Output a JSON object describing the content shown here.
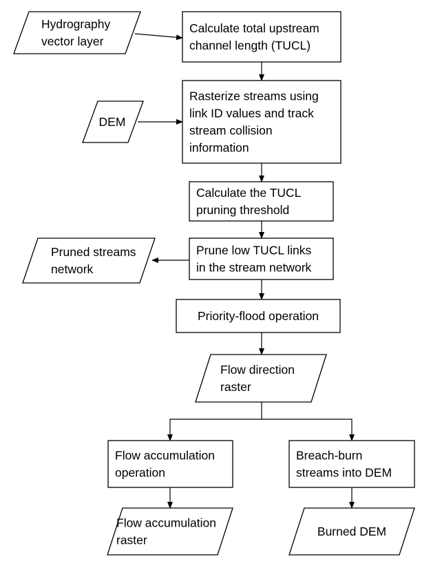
{
  "nodes": {
    "hydrography": {
      "kind": "data",
      "lines": [
        "Hydrography",
        "vector layer"
      ]
    },
    "tucl_calc": {
      "kind": "process",
      "lines": [
        "Calculate total upstream",
        "channel length (TUCL)"
      ]
    },
    "dem": {
      "kind": "data",
      "lines": [
        "DEM"
      ]
    },
    "rasterize": {
      "kind": "process",
      "lines": [
        "Rasterize streams using",
        "link ID values and track",
        "stream collision",
        "information"
      ]
    },
    "threshold": {
      "kind": "process",
      "lines": [
        "Calculate the TUCL",
        "pruning threshold"
      ]
    },
    "pruned": {
      "kind": "data",
      "lines": [
        "Pruned streams",
        "network"
      ]
    },
    "prune": {
      "kind": "process",
      "lines": [
        "Prune low TUCL links",
        "in the stream network"
      ]
    },
    "priority": {
      "kind": "process",
      "lines": [
        "Priority-flood operation"
      ]
    },
    "flowdir": {
      "kind": "data",
      "lines": [
        "Flow direction",
        "raster"
      ]
    },
    "flowacc_op": {
      "kind": "process",
      "lines": [
        "Flow accumulation",
        "operation"
      ]
    },
    "breach": {
      "kind": "process",
      "lines": [
        "Breach-burn",
        "streams into DEM"
      ]
    },
    "flowacc_raster": {
      "kind": "data",
      "lines": [
        "Flow accumulation",
        "raster"
      ]
    },
    "burned": {
      "kind": "data",
      "lines": [
        "Burned DEM"
      ]
    }
  },
  "edges": [
    [
      "hydrography",
      "tucl_calc"
    ],
    [
      "tucl_calc",
      "rasterize"
    ],
    [
      "dem",
      "rasterize"
    ],
    [
      "rasterize",
      "threshold"
    ],
    [
      "threshold",
      "prune"
    ],
    [
      "prune",
      "pruned"
    ],
    [
      "prune",
      "priority"
    ],
    [
      "priority",
      "flowdir"
    ],
    [
      "flowdir",
      "flowacc_op"
    ],
    [
      "flowdir",
      "breach"
    ],
    [
      "flowacc_op",
      "flowacc_raster"
    ],
    [
      "breach",
      "burned"
    ]
  ]
}
